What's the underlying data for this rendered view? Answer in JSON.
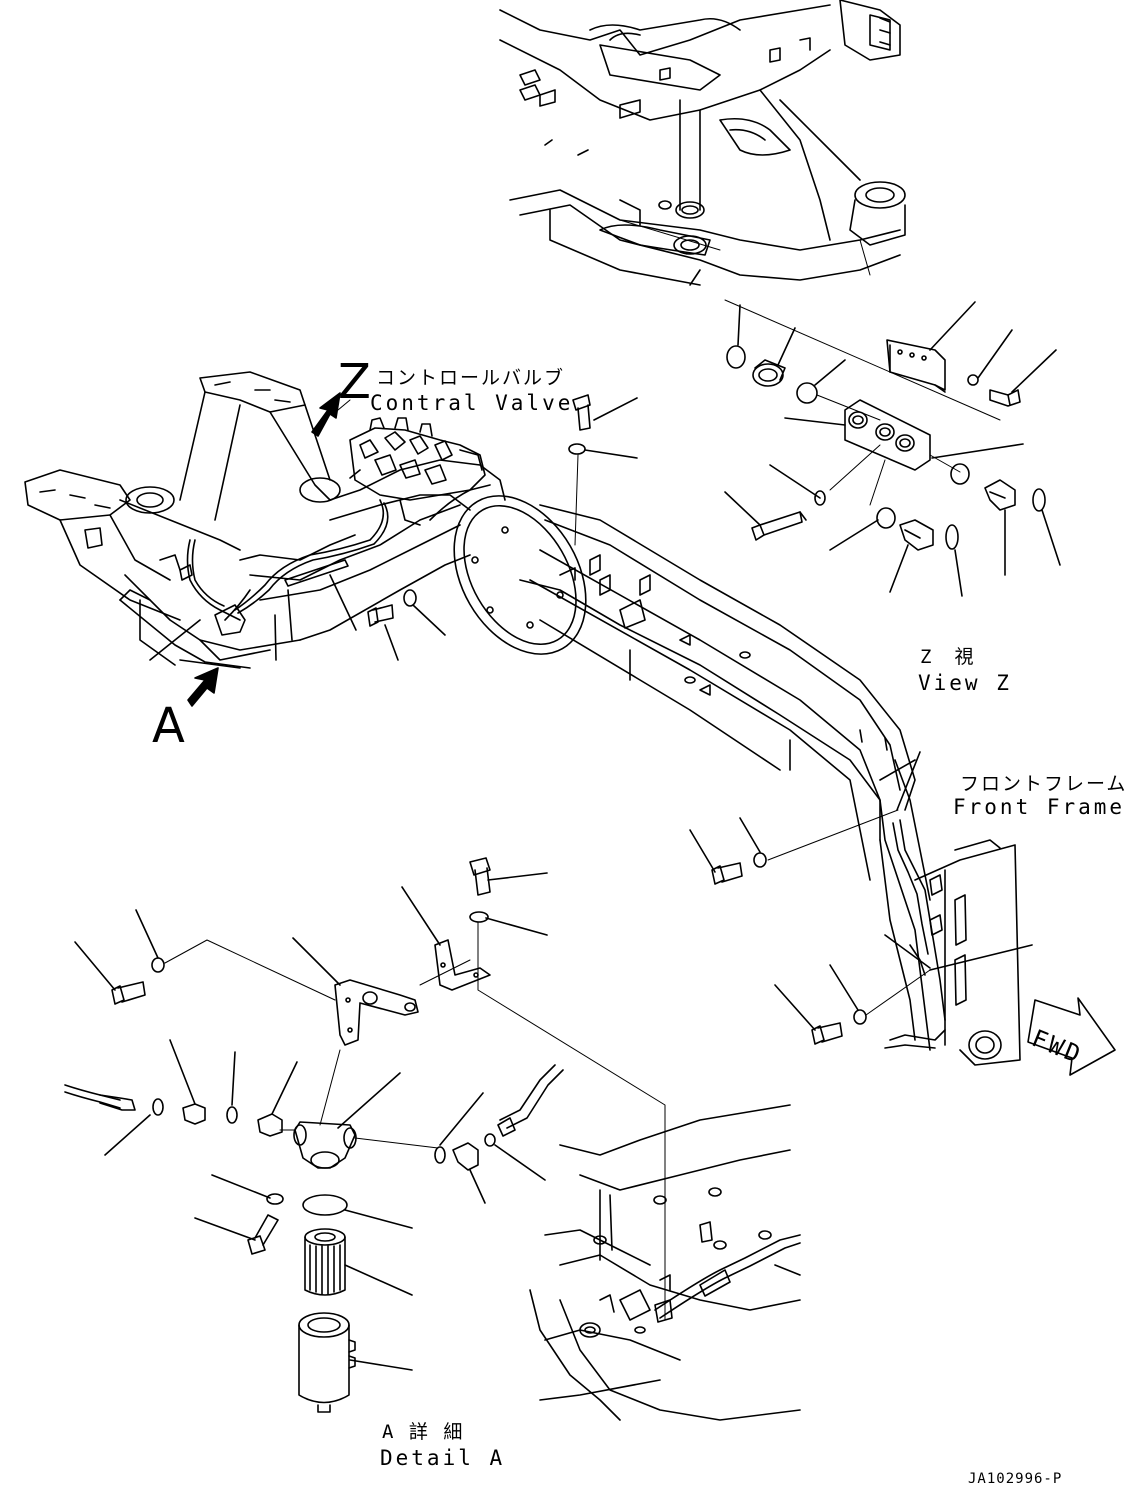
{
  "callouts": {
    "view_z_letter": "Z",
    "view_a_letter": "A",
    "control_valve_jp": "コントロールバルブ",
    "control_valve_en": "Contral Valve",
    "view_z_jp": "Z　視",
    "view_z_en": "View Z",
    "front_frame_jp": "フロントフレーム",
    "front_frame_en": "Front Frame",
    "detail_a_jp": "A 詳 細",
    "detail_a_en": "Detail A",
    "fwd": "FWD"
  },
  "drawing_number": "JA102996-P"
}
